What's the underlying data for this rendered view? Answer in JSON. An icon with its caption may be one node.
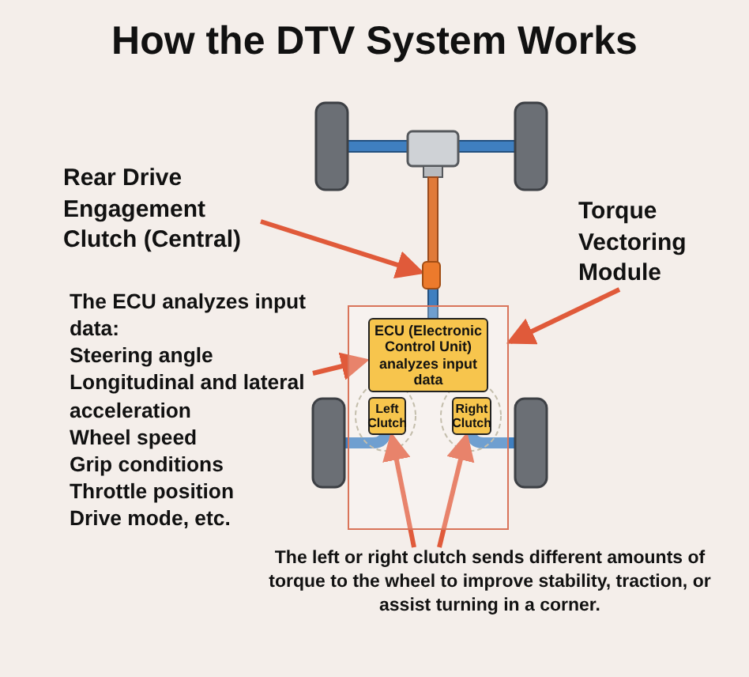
{
  "diagram": {
    "title": "How the DTV System Works",
    "nodes": [
      {
        "text": [
          "Rear Drive Engagement Clutch (Central)"
        ]
      },
      {
        "text": [
          "Torque Vectoring Module"
        ]
      },
      {
        "text": [
          "The ECU analyzes input data:",
          "Steering angle",
          "Longitudinal and lateral acceleration",
          "Wheel speed",
          "Grip conditions",
          "Throttle position",
          "Drive mode, etc."
        ]
      },
      {
        "text": [
          "The left or right clutch sends different amounts of torque to the wheel to improve stability, traction, or assist turning in a corner."
        ]
      },
      {
        "text": [],
        "shape": "box"
      },
      {
        "text": [],
        "shape": "box"
      },
      {
        "text": [
          "ECU (Electronic Control Unit) analyzes input data"
        ],
        "in": 5
      },
      {
        "text": [
          "Left Clutch"
        ],
        "in": 5
      },
      {
        "text": [
          "Right Clutch"
        ],
        "in": 5
      }
    ],
    "edges": [
      {
        "from": 0,
        "to": 4,
        "arrow": "to"
      },
      {
        "from": 1,
        "to": 5,
        "arrow": "to"
      },
      {
        "from": 2,
        "to": 6,
        "arrow": "to"
      },
      {
        "from": 3,
        "to": 7,
        "arrow": "to"
      },
      {
        "from": 3,
        "to": 8,
        "arrow": "to"
      }
    ]
  }
}
